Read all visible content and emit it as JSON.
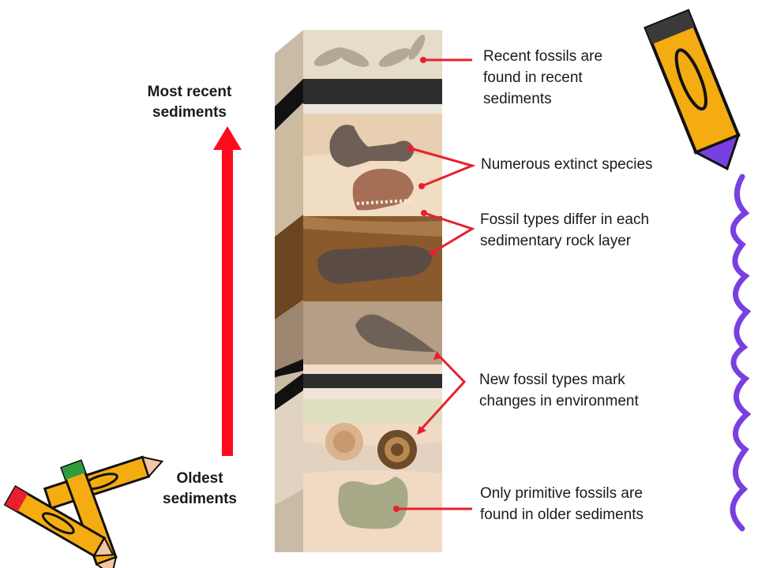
{
  "side_labels": {
    "most_recent": "Most recent\nsediments",
    "oldest": "Oldest\nsediments"
  },
  "annotations": [
    {
      "id": "recent",
      "text": "Recent fossils are\nfound in recent\nsediments"
    },
    {
      "id": "extinct",
      "text": "Numerous extinct species"
    },
    {
      "id": "differ",
      "text": "Fossil types differ in each\nsedimentary rock layer"
    },
    {
      "id": "new-types",
      "text": "New fossil types mark\nchanges in environment"
    },
    {
      "id": "primitive",
      "text": "Only primitive fossils are\nfound in older sediments"
    }
  ],
  "colors": {
    "arrow": "#ff0a1e",
    "leader": "#e8202e",
    "dark_band": "#2d2d2d",
    "tan": "#e9d4b9",
    "brown": "#8a5a2c",
    "grey_brown": "#b69d85",
    "pale_green": "#dfe0c0",
    "pencil_yellow": "#f4ac11",
    "squiggle": "#7a3fe0"
  }
}
